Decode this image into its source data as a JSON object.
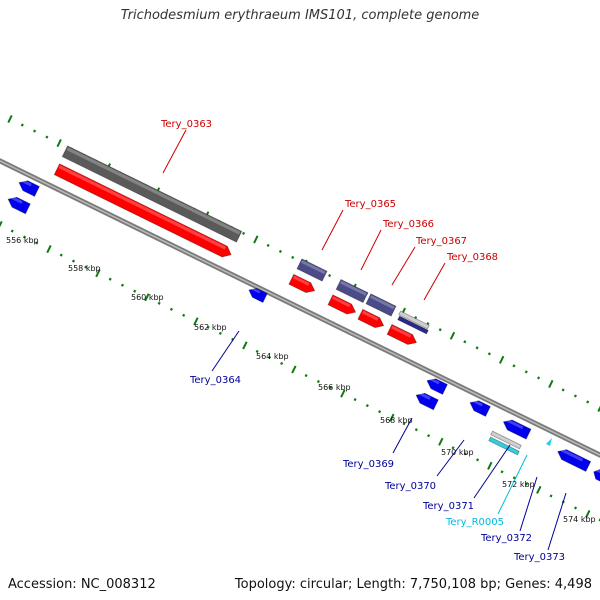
{
  "title": "Trichodesmium erythraeum IMS101, complete genome",
  "footer": {
    "accession": "Accession: NC_008312",
    "summary": "Topology: circular; Length: 7,750,108 bp; Genes: 4,498"
  },
  "colors": {
    "backbone": "#8c8c8c",
    "forward_label": "#cc0000",
    "reverse_label": "#000099",
    "rna_label": "#00bbdd",
    "tick": "#0f7a0f",
    "cds": "#ff0000",
    "gene_forward": "#555566",
    "gene_reverse": "#0000ee"
  },
  "scale_labels": [
    {
      "text": "556 kbp"
    },
    {
      "text": "558 kbp"
    },
    {
      "text": "560 kbp"
    },
    {
      "text": "562 kbp"
    },
    {
      "text": "564 kbp"
    },
    {
      "text": "566 kbp"
    },
    {
      "text": "568 kbp"
    },
    {
      "text": "570 kbp"
    },
    {
      "text": "572 kbp"
    },
    {
      "text": "574 kbp"
    }
  ],
  "gene_labels": [
    {
      "name": "Tery_0363",
      "strand": "forward"
    },
    {
      "name": "Tery_0365",
      "strand": "forward"
    },
    {
      "name": "Tery_0366",
      "strand": "forward"
    },
    {
      "name": "Tery_0367",
      "strand": "forward"
    },
    {
      "name": "Tery_0368",
      "strand": "forward"
    },
    {
      "name": "Tery_0364",
      "strand": "reverse"
    },
    {
      "name": "Tery_0369",
      "strand": "reverse"
    },
    {
      "name": "Tery_0370",
      "strand": "reverse"
    },
    {
      "name": "Tery_0371",
      "strand": "reverse"
    },
    {
      "name": "Tery_R0005",
      "strand": "rna"
    },
    {
      "name": "Tery_0372",
      "strand": "reverse"
    },
    {
      "name": "Tery_0373",
      "strand": "reverse"
    }
  ]
}
